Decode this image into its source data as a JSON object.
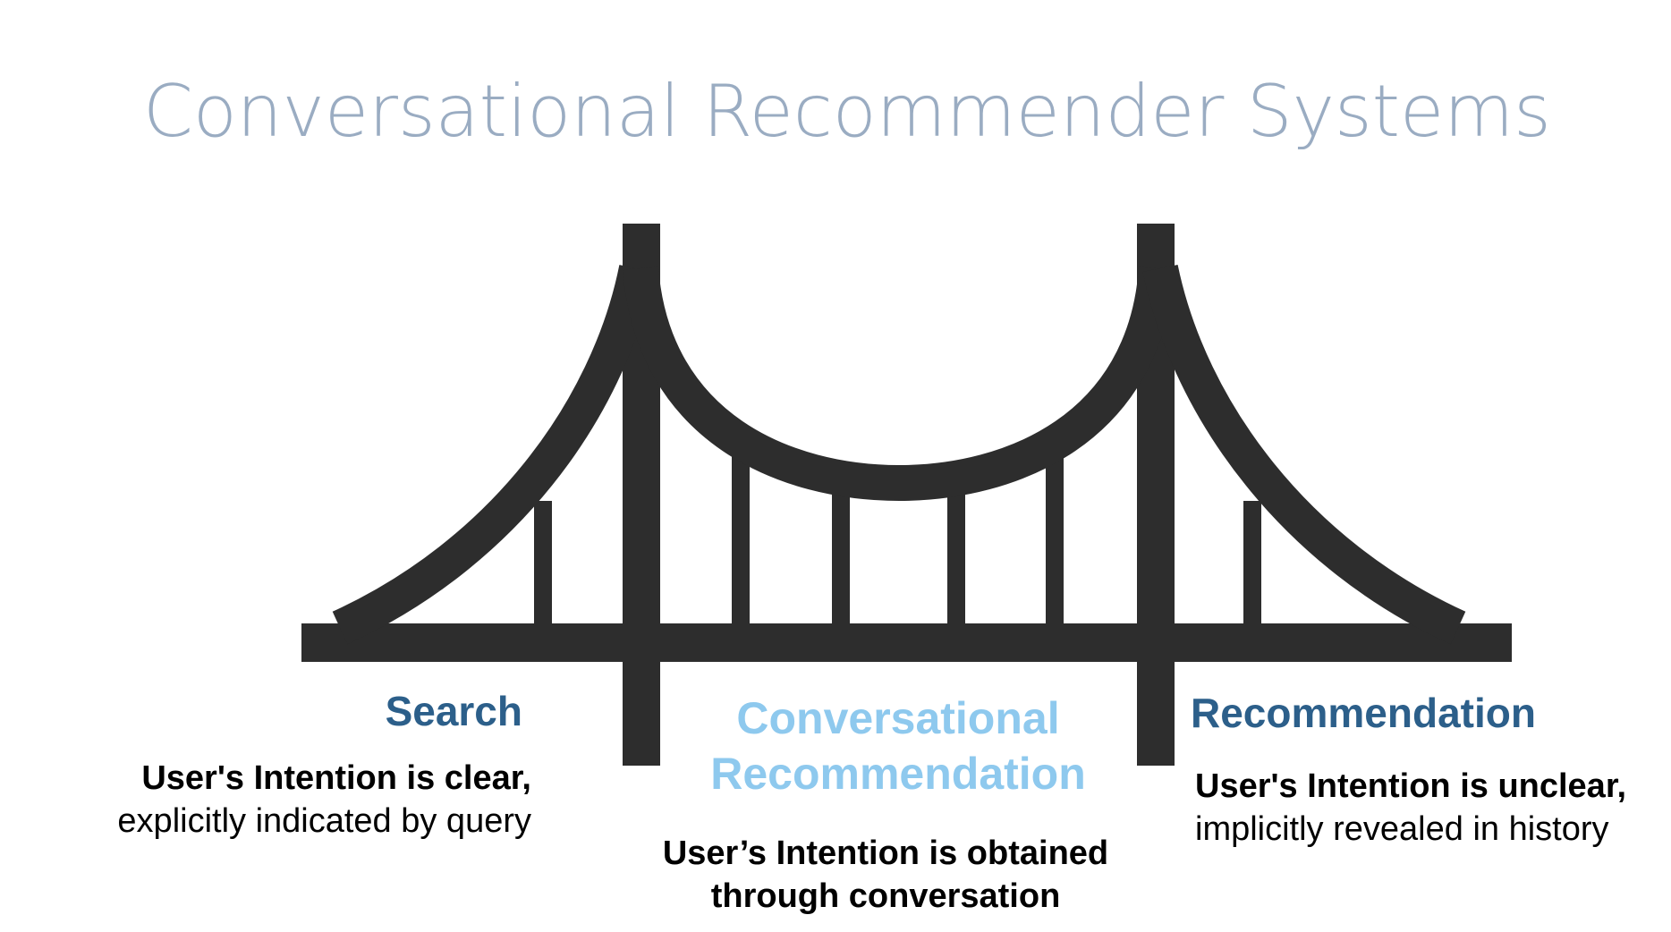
{
  "title": "Conversational Recommender Systems",
  "colors": {
    "title": "#9aacc2",
    "bridge": "#2d2d2d",
    "search_heading": "#2c5f8a",
    "conversational_heading": "#8ec9ee",
    "recommendation_heading": "#2c5f8a",
    "body_text": "#000000"
  },
  "icon": "suspension-bridge-icon",
  "sections": {
    "search": {
      "heading": "Search",
      "line1": "User's Intention is clear,",
      "line2": "explicitly indicated by query"
    },
    "conversational": {
      "heading_line1": "Conversational",
      "heading_line2": "Recommendation",
      "line1": "User’s Intention is obtained",
      "line2": "through conversation"
    },
    "recommendation": {
      "heading": "Recommendation",
      "line1": "User's Intention is unclear,",
      "line2": "implicitly revealed in history"
    }
  }
}
